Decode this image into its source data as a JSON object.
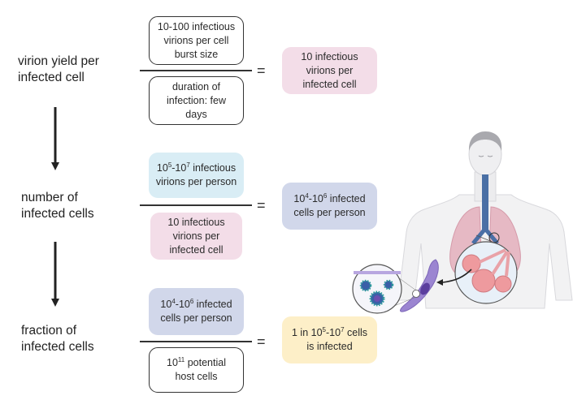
{
  "rows": [
    {
      "label": [
        "virion yield per",
        "infected cell"
      ],
      "numerator": {
        "text": [
          "10-100 infectious",
          "virions per cell",
          "burst size"
        ],
        "style": "outline"
      },
      "denominator": {
        "text": [
          "duration of",
          "infection: few",
          "days"
        ],
        "style": "outline"
      },
      "equals": "=",
      "result": {
        "text": [
          "10 infectious",
          "virions per",
          "infected cell"
        ],
        "style": "pink"
      }
    },
    {
      "label": [
        "number of",
        "infected cells"
      ],
      "numerator": {
        "line1_base": "10",
        "line1_sup1": "5",
        "line1_mid": "-10",
        "line1_sup2": "7",
        "line1_tail": " infectious",
        "line2": "virions per person",
        "style": "blue"
      },
      "denominator": {
        "text": [
          "10 infectious",
          "virions per",
          "infected cell"
        ],
        "style": "pink"
      },
      "equals": "=",
      "result": {
        "line1_base": "10",
        "line1_sup1": "4",
        "line1_mid": "-10",
        "line1_sup2": "6",
        "line1_tail": " infected",
        "line2": "cells per person",
        "style": "lavender"
      }
    },
    {
      "label": [
        "fraction of",
        "infected cells"
      ],
      "numerator": {
        "line1_base": "10",
        "line1_sup1": "4",
        "line1_mid": "-10",
        "line1_sup2": "6",
        "line1_tail": " infected",
        "line2": "cells per person",
        "style": "lavender"
      },
      "denominator": {
        "line1_base": "10",
        "line1_sup": "11",
        "line1_tail": " potential",
        "line2": "host cells",
        "style": "outline"
      },
      "equals": "=",
      "result": {
        "line1_pre": "1 in 10",
        "line1_sup1": "5",
        "line1_mid": "-10",
        "line1_sup2": "7",
        "line1_tail": " cells",
        "line2": "is infected",
        "style": "yellow"
      }
    }
  ],
  "flow_arrows": [
    "down-arrow",
    "down-arrow"
  ],
  "illustration": {
    "subjects": [
      "human-figure",
      "lungs",
      "alveoli-magnifier",
      "infected-cell",
      "virus-magnifier"
    ],
    "colors": {
      "pink": "#f3dde8",
      "blue": "#d9edf5",
      "lavender": "#d1d7ea",
      "yellow": "#fdefc8",
      "trachea": "#4a6fa5",
      "cell": "#9b85d1"
    }
  }
}
